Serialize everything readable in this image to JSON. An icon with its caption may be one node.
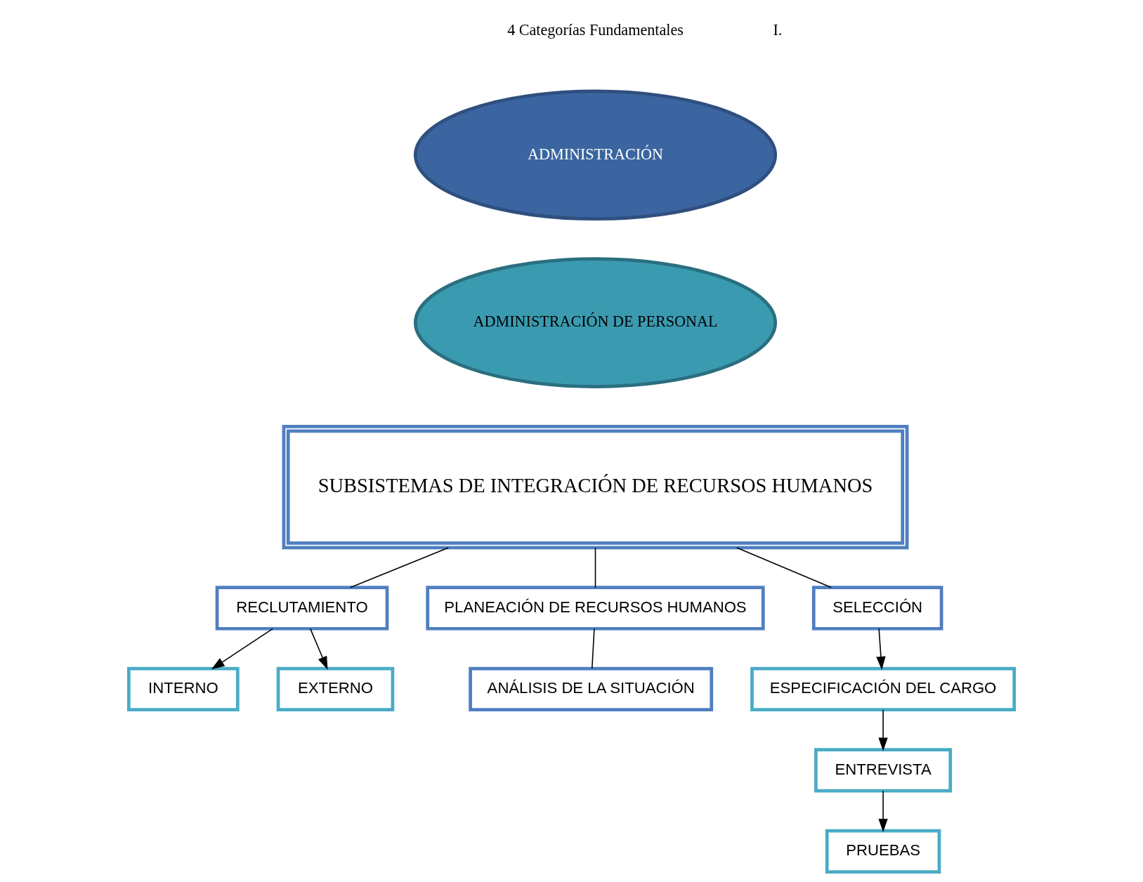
{
  "diagram": {
    "nodes": [
      {
        "text": [
          "ADMINISTRACIÓN"
        ]
      },
      {
        "text": [
          "ADMINISTRACIÓN DE PERSONAL"
        ]
      },
      {
        "text": [
          "SUBSISTEMAS DE INTEGRACIÓN DE RECURSOS HUMANOS"
        ]
      },
      {
        "text": [
          "RECLUTAMIENTO"
        ]
      },
      {
        "text": [
          "PLANEACIÓN DE RECURSOS HUMANOS"
        ]
      },
      {
        "text": [
          "SELECCIÓN"
        ]
      },
      {
        "text": [
          "INTERNO"
        ]
      },
      {
        "text": [
          "EXTERNO"
        ]
      },
      {
        "text": [
          "ANÁLISIS DE LA SITUACIÓN"
        ]
      },
      {
        "text": [
          "ESPECIFICACIÓN DEL CARGO"
        ]
      },
      {
        "text": [
          "ENTREVISTA"
        ]
      },
      {
        "text": [
          "PRUEBAS"
        ]
      }
    ],
    "edges": [
      {
        "from": 2,
        "to": 3,
        "arrow": "none"
      },
      {
        "from": 2,
        "to": 4,
        "arrow": "none"
      },
      {
        "from": 2,
        "to": 5,
        "arrow": "none"
      },
      {
        "from": 3,
        "to": 6,
        "arrow": "to"
      },
      {
        "from": 3,
        "to": 7,
        "arrow": "to"
      },
      {
        "from": 4,
        "to": 8,
        "arrow": "none"
      },
      {
        "from": 5,
        "to": 9,
        "arrow": "to"
      },
      {
        "from": 9,
        "to": 10,
        "arrow": "to"
      },
      {
        "from": 10,
        "to": 11,
        "arrow": "to"
      }
    ],
    "labels": [
      "4 Categorías Fundamentales",
      "I."
    ]
  }
}
